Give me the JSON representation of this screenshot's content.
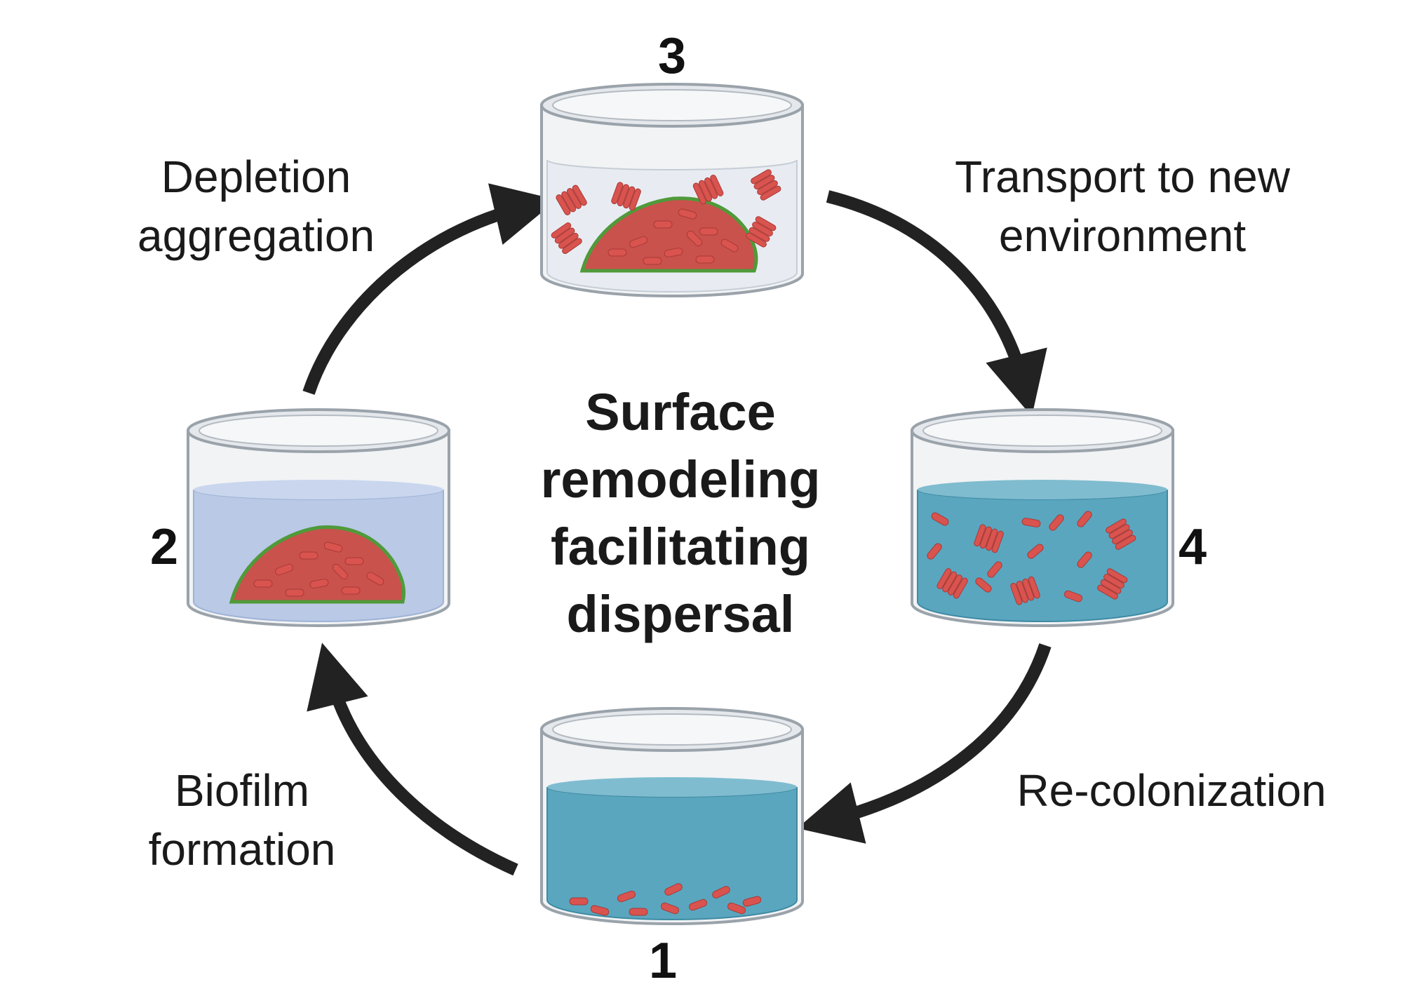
{
  "center_title": [
    "Surface",
    "remodeling",
    "facilitating",
    "dispersal"
  ],
  "steps": [
    {
      "number": "1",
      "arrow_label": [
        "Biofilm",
        "formation"
      ],
      "contents": "cells-on-bottom"
    },
    {
      "number": "2",
      "arrow_label": [
        "Depletion",
        "aggregation"
      ],
      "contents": "biofilm-mound"
    },
    {
      "number": "3",
      "arrow_label": [
        "Transport to new",
        "environment"
      ],
      "contents": "mound-with-aggregates"
    },
    {
      "number": "4",
      "arrow_label": [
        "Re-colonization"
      ],
      "contents": "dispersed-cells"
    }
  ],
  "colors": {
    "arrow": "#222222",
    "cell": "#d9534f",
    "biofilm_matrix": "#4f9a3a",
    "water_blue": "#5aa6bf",
    "water_light": "#b9c9e6",
    "water_clear": "#e8ecf2",
    "glass": "#dfe3e7"
  }
}
